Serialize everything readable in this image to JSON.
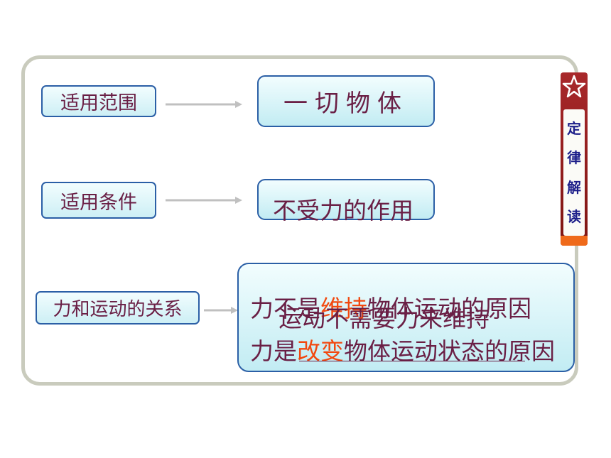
{
  "rows": [
    {
      "label": "适用范围",
      "content": "一切物体"
    },
    {
      "label": "适用条件",
      "content": "不受力的作用"
    },
    {
      "label": "力和运动的关系",
      "line1_prefix": "力不是",
      "line1_accent": "维持",
      "line1_suffix": "物体运动的原因",
      "overlay": "运动不需要力来维持",
      "line2_prefix": "力是",
      "line2_accent": "改变",
      "line2_suffix": "物体运动状态的原因"
    }
  ],
  "sidebar": {
    "chars": [
      "定",
      "律",
      "解",
      "读"
    ],
    "icon": "star-icon"
  },
  "colors": {
    "text": "#6a1f45",
    "accent": "#f2480f",
    "border": "#2b5fa6",
    "frame": "#c9cbbd",
    "sidebar": "#a8282b"
  }
}
